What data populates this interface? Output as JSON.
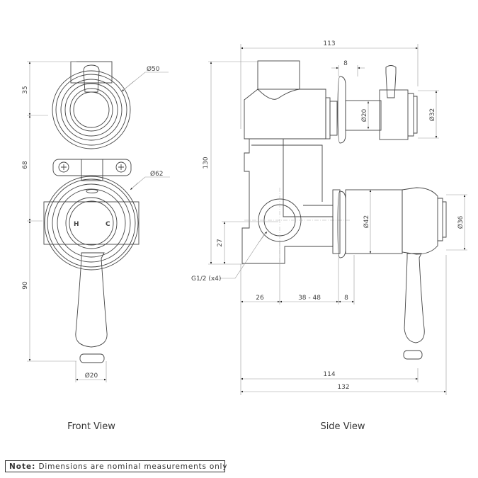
{
  "front_view": {
    "caption": "Front View",
    "dims": {
      "top": "35",
      "middle": "68",
      "bottom": "90",
      "upper_diameter": "Ø50",
      "lower_diameter": "Ø62",
      "handle_diameter": "Ø20"
    },
    "labels": {
      "hot": "H",
      "cold": "C"
    }
  },
  "side_view": {
    "caption": "Side View",
    "dims": {
      "overall_top": "113",
      "height": "130",
      "plate_top": "8",
      "stem": "Ø20",
      "upper_knob": "Ø32",
      "lower_body": "Ø42",
      "lower_knob": "Ø36",
      "inlet_height": "27",
      "inlet_label": "G1/2 (x4)",
      "depth_a": "26",
      "depth_b": "38 - 48",
      "plate_bottom": "8",
      "overall_114": "114",
      "overall_132": "132"
    }
  },
  "note": {
    "label": "Note:",
    "text": "Dimensions are nominal measurements only"
  }
}
